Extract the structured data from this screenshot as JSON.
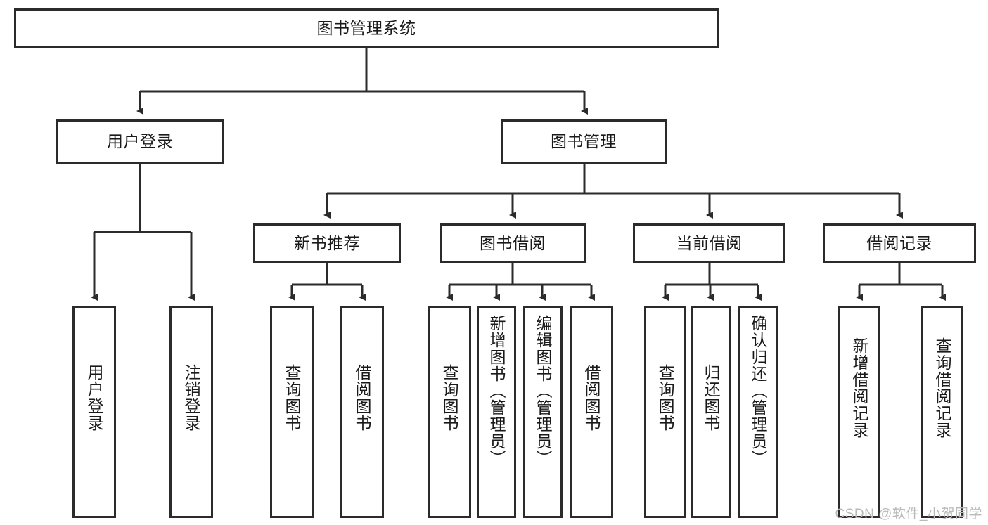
{
  "diagram": {
    "type": "tree-hierarchy",
    "title": "图书管理系统",
    "watermark": "CSDN @软件_小贺同学",
    "colors": {
      "box_border": "#2b2b2b",
      "box_fill": "#ffffff",
      "edge": "#2b2b2b",
      "text": "#1a1a1a",
      "watermark": "#b9b9b9"
    },
    "nodes": {
      "root": {
        "label": "图书管理系统"
      },
      "level2": [
        {
          "label": "用户登录"
        },
        {
          "label": "图书管理"
        }
      ],
      "level3": [
        {
          "label": "新书推荐"
        },
        {
          "label": "图书借阅"
        },
        {
          "label": "当前借阅"
        },
        {
          "label": "借阅记录"
        }
      ],
      "leaves": {
        "user_login": [
          {
            "label": "用户登录"
          },
          {
            "label": "注销登录"
          }
        ],
        "new_book_recommend": [
          {
            "label": "查询图书"
          },
          {
            "label": "借阅图书"
          }
        ],
        "book_borrow": [
          {
            "label": "查询图书"
          },
          {
            "label": "新增图书（管理员）"
          },
          {
            "label": "编辑图书（管理员）"
          },
          {
            "label": "借阅图书"
          }
        ],
        "current_borrow": [
          {
            "label": "查询图书"
          },
          {
            "label": "归还图书"
          },
          {
            "label": "确认归还（管理员）"
          }
        ],
        "borrow_record": [
          {
            "label": "新增借阅记录"
          },
          {
            "label": "查询借阅记录"
          }
        ]
      }
    }
  }
}
